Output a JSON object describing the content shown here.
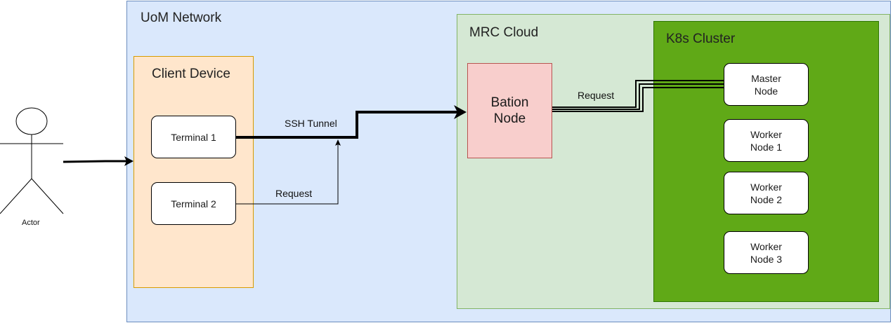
{
  "regions": {
    "uom_network": {
      "label": "UoM Network",
      "fill": "#dae8fc",
      "stroke": "#6c8ebf"
    },
    "client_device": {
      "label": "Client Device",
      "fill": "#ffe6cc",
      "stroke": "#d79b00"
    },
    "mrc_cloud": {
      "label": "MRC Cloud",
      "fill": "#d5e8d4",
      "stroke": "#82b366"
    },
    "k8s_cluster": {
      "label": "K8s Cluster",
      "fill": "#60a917",
      "stroke": "#2d7600"
    }
  },
  "actor": {
    "label": "Actor"
  },
  "nodes": {
    "terminal_1": "Terminal 1",
    "terminal_2": "Terminal 2",
    "bastion": {
      "label": "Bation\nNode",
      "fill": "#f8cecc"
    },
    "master": "Master\nNode",
    "worker_1": "Worker\nNode 1",
    "worker_2": "Worker\nNode 2",
    "worker_3": "Worker\nNode 3"
  },
  "edges": {
    "ssh_tunnel": "SSH Tunnel",
    "terminal2_request": "Request",
    "bastion_request": "Request"
  }
}
